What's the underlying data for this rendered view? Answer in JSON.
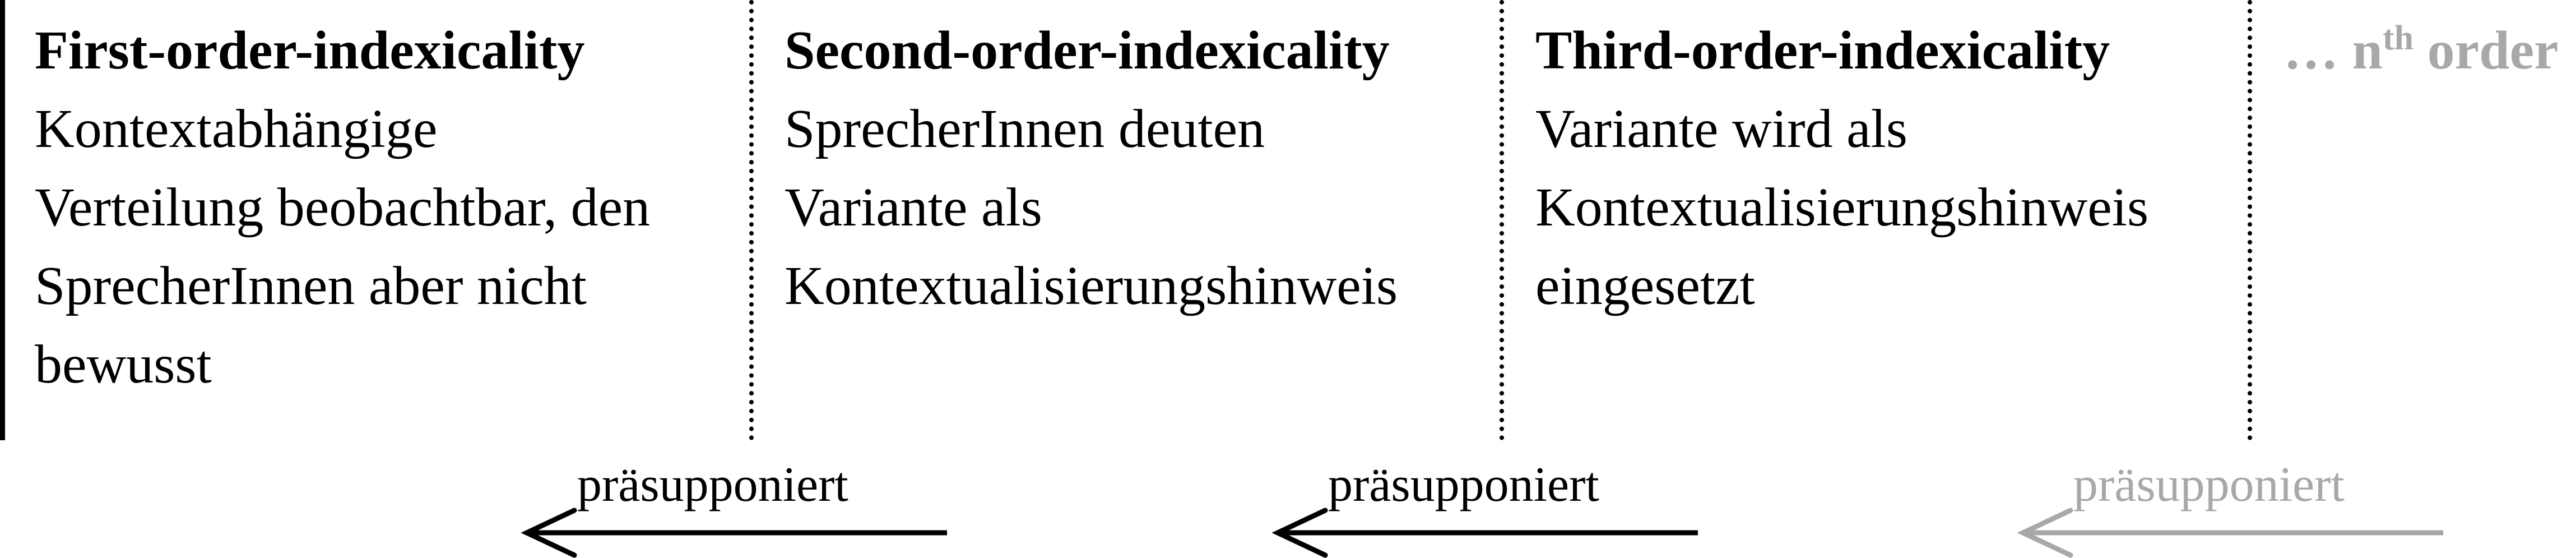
{
  "columns": [
    {
      "title": "First-order-indexicality",
      "lines": [
        "Kontextabhängige",
        "Verteilung beobachtbar, den",
        "SprecherInnen aber nicht",
        "bewusst"
      ]
    },
    {
      "title": "Second-order-indexicality",
      "lines": [
        "SprecherInnen deuten",
        "Variante als",
        "Kontextualisierungshinweis"
      ]
    },
    {
      "title": "Third-order-indexicality",
      "lines": [
        "Variante wird als",
        "Kontextualisierungshinweis",
        "eingesetzt"
      ]
    }
  ],
  "nth_order": {
    "prefix": "… n",
    "superscript": "th",
    "suffix": " order"
  },
  "arrows": [
    {
      "label": "präsupponiert",
      "color": "#000000"
    },
    {
      "label": "präsupponiert",
      "color": "#000000"
    },
    {
      "label": "präsupponiert",
      "color": "#a8a8a8"
    }
  ],
  "colors": {
    "text": "#000000",
    "faded": "#a8a8a8"
  }
}
